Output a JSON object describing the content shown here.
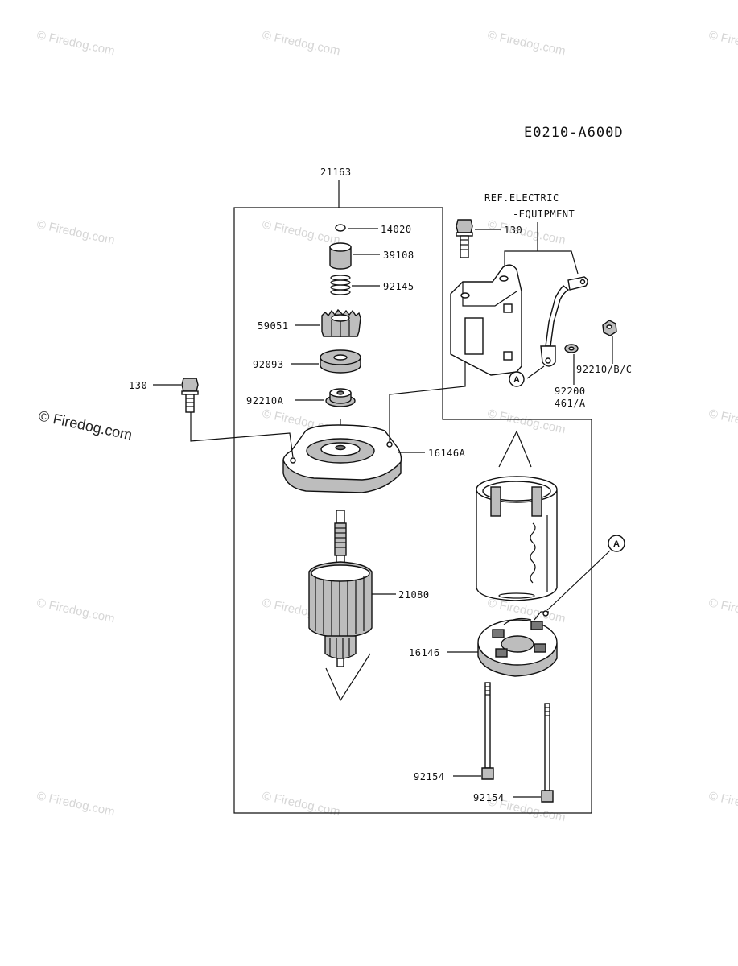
{
  "diagram_code": "E0210-A600D",
  "assembly_number": "21163",
  "reference_note": [
    "REF.ELECTRIC",
    "-EQUIPMENT"
  ],
  "watermark": "© Firedog.com",
  "callout": "A",
  "parts": [
    {
      "id": "p14020",
      "number": "14020",
      "name": "ring-icon"
    },
    {
      "id": "p39108",
      "number": "39108",
      "name": "collar-icon"
    },
    {
      "id": "p92145",
      "number": "92145",
      "name": "spring-icon"
    },
    {
      "id": "p59051",
      "number": "59051",
      "name": "pinion-gear-icon"
    },
    {
      "id": "p92093",
      "number": "92093",
      "name": "seal-icon"
    },
    {
      "id": "p92210A",
      "number": "92210A",
      "name": "nut-icon"
    },
    {
      "id": "p16146A",
      "number": "16146A",
      "name": "front-cover-icon"
    },
    {
      "id": "p21080",
      "number": "21080",
      "name": "armature-icon"
    },
    {
      "id": "p16146",
      "number": "16146",
      "name": "brush-holder-icon"
    },
    {
      "id": "p92154a",
      "number": "92154",
      "name": "through-bolt-icon"
    },
    {
      "id": "p92154b",
      "number": "92154",
      "name": "through-bolt-icon"
    },
    {
      "id": "p130a",
      "number": "130",
      "name": "bolt-icon"
    },
    {
      "id": "p130b",
      "number": "130",
      "name": "bolt-icon"
    },
    {
      "id": "p92210BC",
      "number": "92210/B/C",
      "name": "nut-icon"
    },
    {
      "id": "p92200",
      "number": "92200",
      "name": "washer-icon"
    },
    {
      "id": "p461A",
      "number": "461/A",
      "name": "washer-icon"
    }
  ]
}
